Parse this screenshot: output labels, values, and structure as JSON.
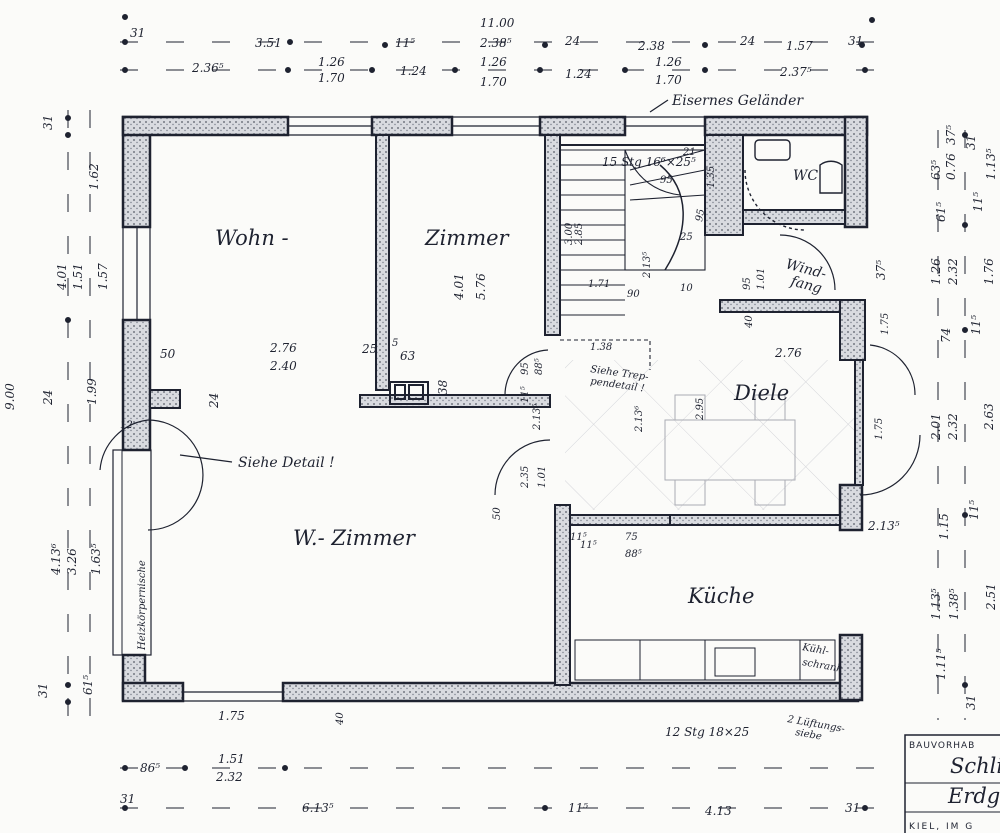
{
  "rooms": {
    "wohn": "Wohn -",
    "zimmer": "Zimmer",
    "w_zimmer": "W.- Zimmer",
    "kueche": "Küche",
    "diele": "Diele",
    "wc": "WC",
    "windfang_1": "Wind-",
    "windfang_2": "fang"
  },
  "notes": {
    "gelaender": "Eisernes Geländer",
    "detail": "Siehe Detail !",
    "treppe_1": "Siehe Trep-",
    "treppe_2": "pendetail !",
    "heizkoerper": "Heizkörpernische",
    "kuehl_1": "Kühl-",
    "kuehl_2": "schrank",
    "lueftung_1": "2 Lüftungs-",
    "lueftung_2": "siebe",
    "stg_top": "15 Stg 16⁶×25⁵",
    "stg_bottom": "12 Stg 18×25"
  },
  "dims_top": {
    "r1": [
      "31",
      "3.51",
      "11.00",
      "2.38⁵",
      "11⁵",
      "24",
      "2.38",
      "24",
      "1.57",
      "31"
    ],
    "r2": [
      "2.36⁵",
      "1.26",
      "1.70",
      "1.24",
      "1.26",
      "1.70",
      "1.24",
      "1.26",
      "1.70",
      "2.37⁵"
    ]
  },
  "dims_left": [
    "31",
    "1.62",
    "4.01",
    "1.51",
    "1.57",
    "9.00",
    "24",
    "1.99",
    "4.13⁶",
    "3.26",
    "1.63⁵",
    "31",
    "61⁵"
  ],
  "dims_right": [
    "31",
    "63⁵",
    "0.76",
    "1.13⁵",
    "37⁵",
    "61⁵",
    "11⁵",
    "1.26",
    "2.32",
    "1.76",
    "11⁵",
    "74",
    "2.01",
    "2.32",
    "2.63",
    "1.15",
    "11⁵",
    "1.13⁵",
    "1.38⁵",
    "2.51",
    "1.11⁵",
    "31"
  ],
  "dims_inner": [
    "50",
    "2.76",
    "2.40",
    "25",
    "63",
    "5",
    "38",
    "24",
    "12",
    "4.01",
    "5.76",
    "3.00",
    "2.85",
    "21",
    "95",
    "1.35",
    "95",
    "25",
    "95",
    "1.01",
    "2.13⁵",
    "1.71",
    "90",
    "10",
    "1.38",
    "95",
    "88⁵",
    "2.13⁶",
    "2.95",
    "2.76",
    "1.75",
    "2.35",
    "1.01",
    "2.13⁵",
    "50",
    "11⁵",
    "11⁵",
    "11⁵",
    "75",
    "88⁵",
    "2.13⁵",
    "40",
    "37⁵",
    "1.75",
    "24"
  ],
  "dims_bottom": [
    "1.75",
    "40",
    "86⁵",
    "1.51",
    "2.32",
    "31",
    "6.13⁵",
    "11⁵",
    "4.13",
    "31"
  ],
  "title_block": {
    "line1": "BAUVORHAB",
    "line2": "Schli",
    "line3": "Erdg",
    "line4": "KIEL, IM G"
  }
}
